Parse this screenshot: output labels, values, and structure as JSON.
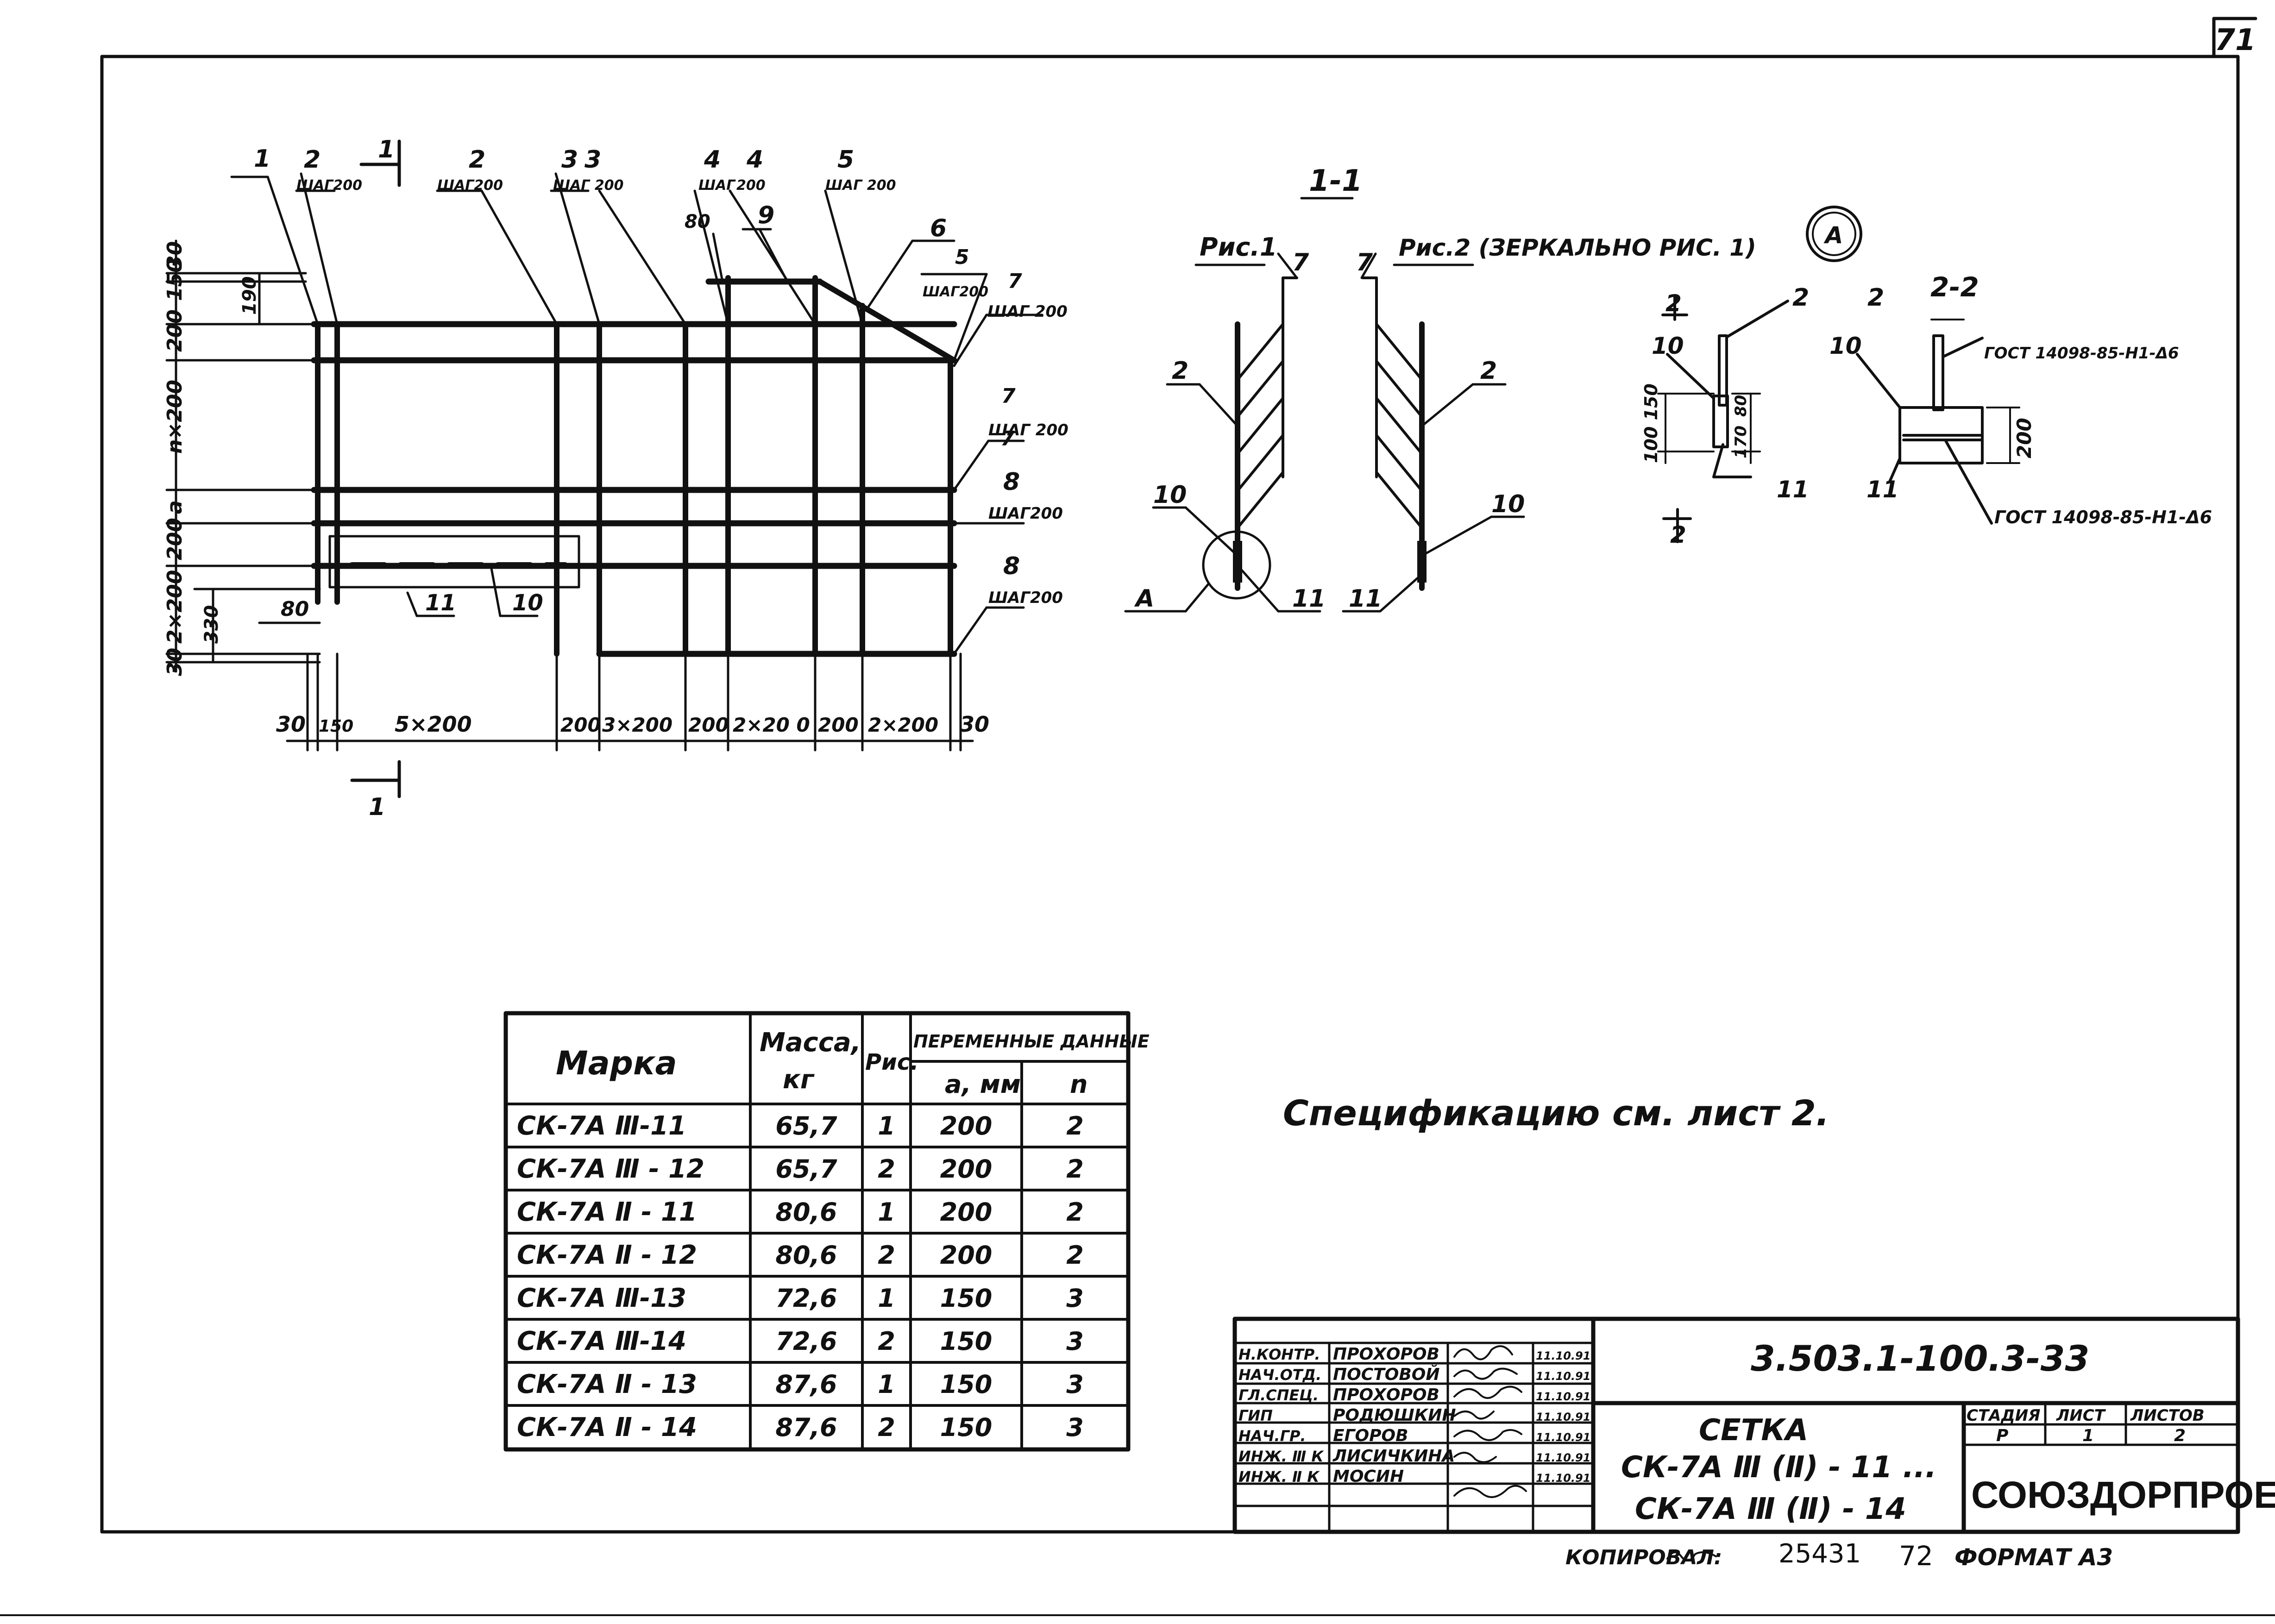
{
  "sheet_number": "71",
  "drawing": {
    "plan": {
      "callouts_top": [
        {
          "num": "1",
          "step": ""
        },
        {
          "num": "2",
          "step": "ШАГ200"
        },
        {
          "num": "2",
          "step": "ШАГ200"
        },
        {
          "num": "3",
          "step": "ШАГ 200"
        },
        {
          "num": "3",
          "step": ""
        },
        {
          "num": "4",
          "step": "ШАГ"
        },
        {
          "num": "4",
          "step": "200"
        },
        {
          "num": "5",
          "step": "ШАГ 200"
        }
      ],
      "section_mark": "1",
      "callout_9": "9",
      "callout_6": "6",
      "callouts_right": [
        {
          "num": "5",
          "step": "ШАГ200"
        },
        {
          "num": "7",
          "step": "ШАГ 200"
        },
        {
          "num": "7",
          "step": "ШАГ 200"
        },
        {
          "num": "8",
          "step": "ШАГ200"
        },
        {
          "num": "8",
          "step": "ШАГ200"
        }
      ],
      "dim_left": [
        "30",
        "150",
        "200",
        "n×200",
        "a",
        "200",
        "2×200",
        "30"
      ],
      "dim_190": "190",
      "dim_80_top": "80",
      "dim_80": "80",
      "dim_330": "330",
      "label_11": "11",
      "label_10": "10",
      "dim_bottom": [
        "30",
        "150",
        "5×200",
        "200",
        "3×200",
        "200",
        "2×20 0",
        "200",
        "2×200",
        "30"
      ]
    },
    "section": {
      "title": "1-1",
      "fig1": "Рис.1",
      "fig2": "Рис.2 (ЗЕРКАЛЬНО РИС. 1)",
      "l7a": "7",
      "l7b": "7",
      "l2a": "2",
      "l2b": "2",
      "l10a": "10",
      "l10b": "10",
      "l11a": "11",
      "l11b": "11",
      "la": "А"
    },
    "detail": {
      "circle": "А",
      "title22": "2-2",
      "sec2_top": "2",
      "sec2_bot": "2",
      "l2a": "2",
      "l2b": "2",
      "l10a": "10",
      "l10b": "10",
      "l11a": "11",
      "l11b": "11",
      "d100_150": "100 150",
      "d170": "170",
      "d80": "80",
      "d200": "200",
      "gost1": "ГОСТ 14098-85-Н1-Δ6",
      "gost2": "ГОСТ 14098-85-Н1-Δ6"
    }
  },
  "table": {
    "headers": {
      "mark": "Марка",
      "mass1": "Масса,",
      "mass2": "кг",
      "fig": "Рис.",
      "var": "ПЕРЕМЕННЫЕ ДАННЫЕ",
      "a": "a, мм",
      "n": "n"
    },
    "rows": [
      {
        "mark": "СК-7А Ⅲ-11",
        "mass": "65,7",
        "fig": "1",
        "a": "200",
        "n": "2"
      },
      {
        "mark": "СК-7А Ⅲ - 12",
        "mass": "65,7",
        "fig": "2",
        "a": "200",
        "n": "2"
      },
      {
        "mark": "СК-7А Ⅱ - 11",
        "mass": "80,6",
        "fig": "1",
        "a": "200",
        "n": "2"
      },
      {
        "mark": "СК-7А Ⅱ - 12",
        "mass": "80,6",
        "fig": "2",
        "a": "200",
        "n": "2"
      },
      {
        "mark": "СК-7А Ⅲ-13",
        "mass": "72,6",
        "fig": "1",
        "a": "150",
        "n": "3"
      },
      {
        "mark": "СК-7А Ⅲ-14",
        "mass": "72,6",
        "fig": "2",
        "a": "150",
        "n": "3"
      },
      {
        "mark": "СК-7А Ⅱ - 13",
        "mass": "87,6",
        "fig": "1",
        "a": "150",
        "n": "3"
      },
      {
        "mark": "СК-7А Ⅱ - 14",
        "mass": "87,6",
        "fig": "2",
        "a": "150",
        "n": "3"
      }
    ]
  },
  "note": "Спецификацию см. лист 2.",
  "title_block": {
    "code": "3.503.1-100.3-33",
    "staff": [
      {
        "role": "Н.КОНТР.",
        "name": "ПРОХОРОВ",
        "date": "11.10.91"
      },
      {
        "role": "НАЧ.ОТД.",
        "name": "ПОСТОВОЙ",
        "date": "11.10.91"
      },
      {
        "role": "ГЛ.СПЕЦ.",
        "name": "ПРОХОРОВ",
        "date": "11.10.91"
      },
      {
        "role": "ГИП",
        "name": "РОДЮШКИН",
        "date": "11.10.91"
      },
      {
        "role": "НАЧ.ГР.",
        "name": "ЕГОРОВ",
        "date": "11.10.91"
      },
      {
        "role": "ИНЖ. Ⅲ К",
        "name": "ЛИСИЧКИНА",
        "date": "11.10.91"
      },
      {
        "role": "ИНЖ. Ⅱ К",
        "name": "МОСИН",
        "date": "11.10.91"
      }
    ],
    "name_line1": "СЕТКА",
    "name_line2": "СК-7А Ⅲ (Ⅱ) - 11 ...",
    "name_line3": "СК-7А Ⅲ (Ⅱ) - 14",
    "stage_h": "СТАДИЯ",
    "sheet_h": "ЛИСТ",
    "sheets_h": "ЛИСТОВ",
    "stage": "Р",
    "sheet": "1",
    "sheets": "2",
    "org": "СОЮЗДОРПРОЕКТ"
  },
  "footer": {
    "copied": "КОПИРОВАЛ:",
    "num": "25431",
    "page": "72",
    "format": "ФОРМАТ А3"
  }
}
